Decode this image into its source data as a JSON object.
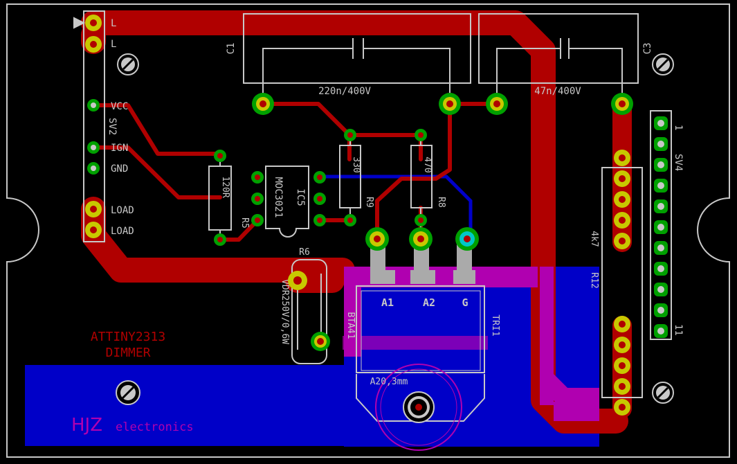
{
  "colors": {
    "background": "#000000",
    "outline": "#c8c8c8",
    "top_copper": "#b00000",
    "bottom_copper": "#0000c8",
    "overlap": "#b000b0",
    "pad_ring": "#00a000",
    "pad_copper": "#c8c800",
    "pad_hole": "#b00000",
    "silkscreen": "#c8c8c8",
    "logo": "#b000b0",
    "title_text": "#b00000"
  },
  "connector_sv2": {
    "name": "SV2",
    "pins": [
      "L",
      "L",
      "VCC",
      "IGN",
      "GND",
      "LOAD",
      "LOAD"
    ]
  },
  "connector_sv4": {
    "name": "SV4",
    "first_pin": "1",
    "last_pin": "11"
  },
  "capacitors": {
    "c1": {
      "ref": "C1",
      "value": "220n/400V"
    },
    "c3": {
      "ref": "C3",
      "value": "47n/400V"
    }
  },
  "resistors": {
    "r5": {
      "ref": "R5",
      "value": "120R"
    },
    "r9": {
      "ref": "R9",
      "value": "330"
    },
    "r8": {
      "ref": "R8",
      "value": "470"
    },
    "r12": {
      "ref": "R12",
      "value": "4k7"
    }
  },
  "ic5": {
    "ref": "IC5",
    "value": "MOC3021"
  },
  "fuse": {
    "ref": "R6",
    "value": "VDR250V/0,6W"
  },
  "triac": {
    "value": "BTA41",
    "pins": [
      "A1",
      "A2",
      "G"
    ],
    "right_label": "TRI1",
    "heatsink_label": "A20,3mm"
  },
  "board": {
    "title_line1": "ATTINY2313",
    "title_line2": "DIMMER",
    "logo_main": "HJZ",
    "logo_sub": "electronics"
  }
}
